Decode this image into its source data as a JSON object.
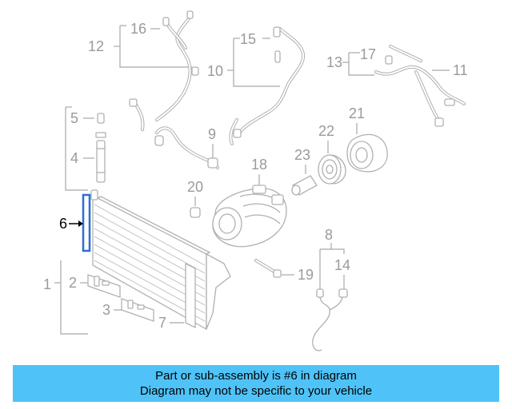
{
  "callouts": {
    "c1": "1",
    "c2": "2",
    "c3": "3",
    "c4": "4",
    "c5": "5",
    "c6": "6",
    "c7": "7",
    "c8": "8",
    "c9": "9",
    "c10": "10",
    "c11": "11",
    "c12": "12",
    "c13": "13",
    "c14": "14",
    "c15": "15",
    "c16": "16",
    "c17": "17",
    "c18": "18",
    "c19": "19",
    "c20": "20",
    "c21": "21",
    "c22": "22",
    "c23": "23"
  },
  "highlight_part": "6",
  "colors": {
    "highlight": "#2a6fd6",
    "banner": "#4fc3f7",
    "diagram_line": "#b0b0b0"
  },
  "banner": {
    "line1": "Part or sub-assembly is #6 in diagram",
    "line2": "Diagram may not be specific to your vehicle"
  }
}
